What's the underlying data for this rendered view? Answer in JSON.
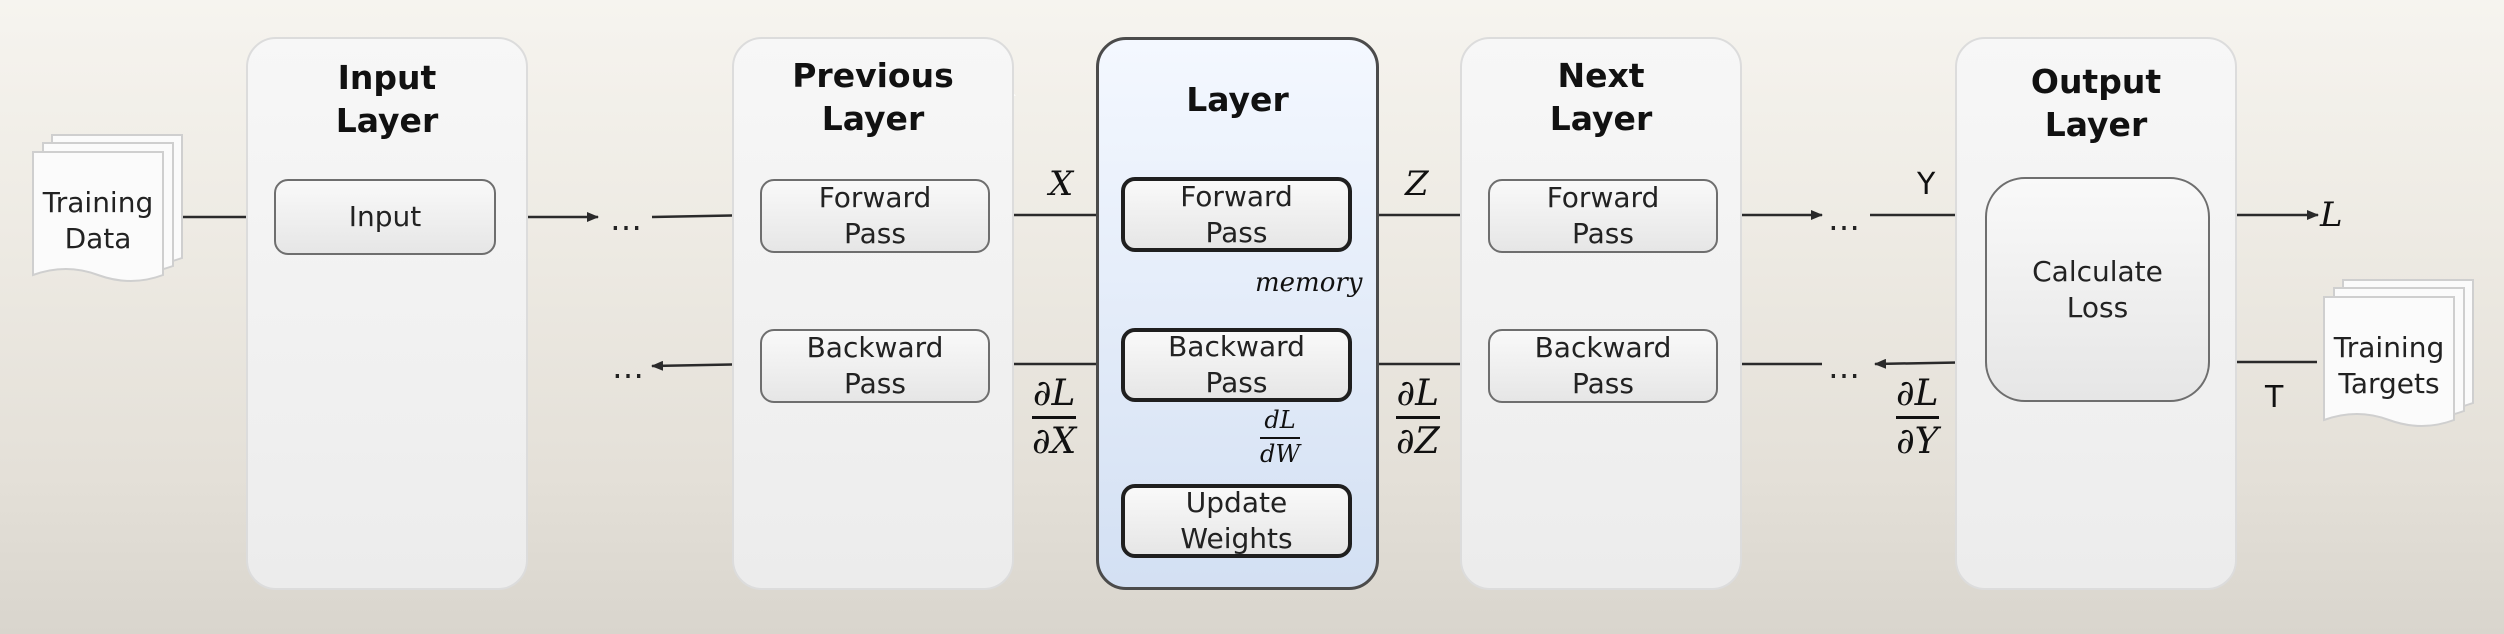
{
  "inputs": {
    "training_data": "Training\nData",
    "training_targets": "Training\nTargets"
  },
  "columns": {
    "input_layer": {
      "title": "Input\nLayer",
      "box": "Input"
    },
    "previous_layer": {
      "title": "Previous\nLayer",
      "forward": "Forward\nPass",
      "backward": "Backward\nPass"
    },
    "layer": {
      "title": "Layer",
      "forward": "Forward\nPass",
      "backward": "Backward\nPass",
      "update": "Update\nWeights"
    },
    "next_layer": {
      "title": "Next\nLayer",
      "forward": "Forward\nPass",
      "backward": "Backward\nPass"
    },
    "output_layer": {
      "title": "Output\nLayer",
      "loss": "Calculate\nLoss"
    }
  },
  "labels": {
    "X": "X",
    "Z": "Z",
    "Y": "Y",
    "L": "L",
    "T": "T",
    "memory": "memory",
    "ellipsis": "…",
    "dL_dX": {
      "num": "∂L",
      "den": "∂X"
    },
    "dL_dZ": {
      "num": "∂L",
      "den": "∂Z"
    },
    "dL_dY": {
      "num": "∂L",
      "den": "∂Y"
    },
    "dL_dW": {
      "num": "dL",
      "den": "dW"
    }
  },
  "colors": {
    "active_column": "#d3e0f3",
    "arrow": "#2a2a2a"
  }
}
